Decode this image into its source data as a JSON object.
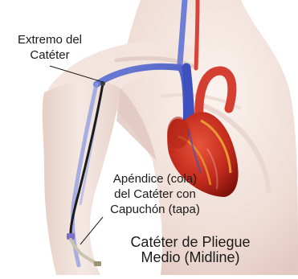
{
  "labels": {
    "catheter_tip": "Extremo del\nCatéter",
    "catheter_hub": "Apéndice (cola)\ndel Catéter con\nCapuchón (tapa)",
    "title": "Catéter de Pliegue\nMedio (Midline)"
  }
}
